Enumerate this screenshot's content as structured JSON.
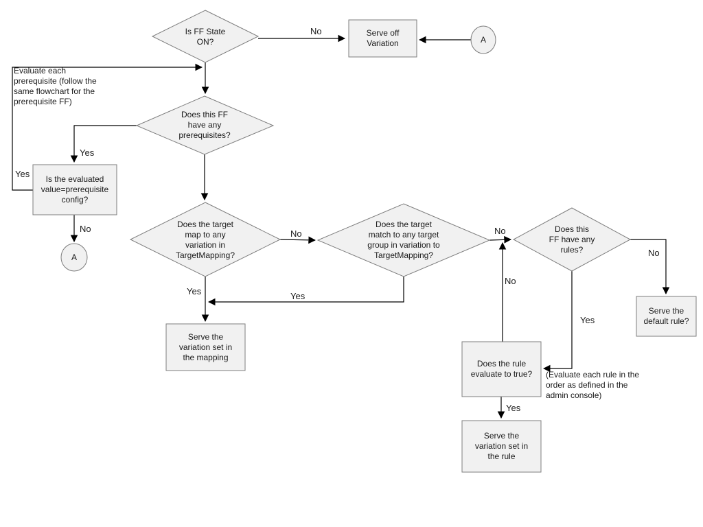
{
  "colors": {
    "node_fill": "#f1f1f1",
    "node_border": "#7d7d7d",
    "connector": "#000000",
    "text": "#1a1a1a"
  },
  "nodes": {
    "d1": "Is FF State\nON?",
    "d2": "Does this FF\nhave any\nprerequisites?",
    "d3": "Does the target\nmap to any\nvariation in\nTargetMapping?",
    "d4": "Does the target\nmatch to any target\ngroup in variation to\nTargetMapping?",
    "d5": "Does this\nFF have any\nrules?",
    "r_serve_off": "Serve off\nVariation",
    "r_eval_prereq": "Is the evaluated\nvalue=prerequisite\nconfig?",
    "r_serve_mapping": "Serve the\nvariation set in\nthe mapping",
    "r_default_rule": "Serve the\ndefault rule?",
    "r_rule_true": "Does the rule\nevaluate to true?",
    "r_serve_rule": "Serve the\nvariation set in\nthe rule",
    "connector_a_top": "A",
    "connector_a_left": "A"
  },
  "edge_labels": {
    "d1_no": "No",
    "d2_yes": "Yes",
    "loopback_yes": "Yes",
    "prereq_no": "No",
    "d3_no": "No",
    "d3_yes": "Yes",
    "d4_no": "No",
    "d4_yes": "Yes",
    "d5_no": "No",
    "d5_yes": "Yes",
    "rule_no": "No",
    "rule_yes": "Yes"
  },
  "notes": {
    "prerequisite_note": "Evaluate each\nprerequisite (follow the\nsame flowchart for the\nprerequisite FF)",
    "rule_order_note": "(Evaluate each rule in the\norder as defined in the\nadmin console)"
  }
}
